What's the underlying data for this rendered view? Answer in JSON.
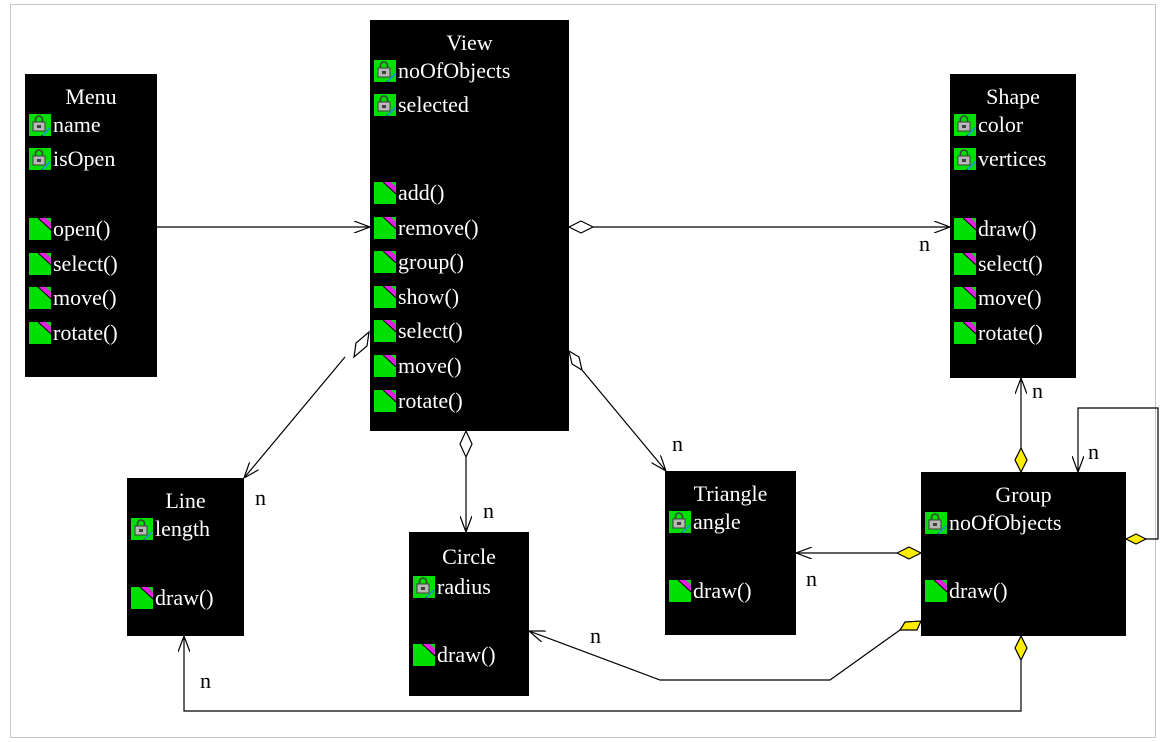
{
  "classes": {
    "menu": {
      "name": "Menu",
      "attributes": [
        "name",
        "isOpen"
      ],
      "operations": [
        "open()",
        "select()",
        "move()",
        "rotate()"
      ]
    },
    "view": {
      "name": "View",
      "attributes": [
        "noOfObjects",
        "selected"
      ],
      "operations": [
        "add()",
        "remove()",
        "group()",
        "show()",
        "select()",
        "move()",
        "rotate()"
      ]
    },
    "shape": {
      "name": "Shape",
      "attributes": [
        "color",
        "vertices"
      ],
      "operations": [
        "draw()",
        "select()",
        "move()",
        "rotate()"
      ]
    },
    "line": {
      "name": "Line",
      "attributes": [
        "length"
      ],
      "operations": [
        "draw()"
      ]
    },
    "circle": {
      "name": "Circle",
      "attributes": [
        "radius"
      ],
      "operations": [
        "draw()"
      ]
    },
    "triangle": {
      "name": "Triangle",
      "attributes": [
        "angle"
      ],
      "operations": [
        "draw()"
      ]
    },
    "group": {
      "name": "Group",
      "attributes": [
        "noOfObjects"
      ],
      "operations": [
        "draw()"
      ]
    }
  },
  "multiplicities": {
    "view_shape": "n",
    "view_line": "n",
    "view_circle": "n",
    "view_triangle": "n",
    "group_shape": "n",
    "group_self": "n",
    "group_triangle": "n",
    "group_circle": "n",
    "group_line": "n"
  },
  "colors": {
    "class_fill": "#000000",
    "class_text": "#ffffff",
    "connector": "#000000",
    "aggregation_diamond": "#ffffff",
    "composition_diamond": "#ffee00",
    "attribute_icon_bg": "#00e000",
    "operation_icon_bg": "#00e000",
    "operation_icon_accent": "#e020e0",
    "attribute_icon_lock": "#909090",
    "attribute_icon_pencil": "#3080ff",
    "frame_border": "#c8c8c8"
  },
  "icons": {
    "attribute": "private-attribute-lock-icon",
    "operation": "operation-icon"
  }
}
